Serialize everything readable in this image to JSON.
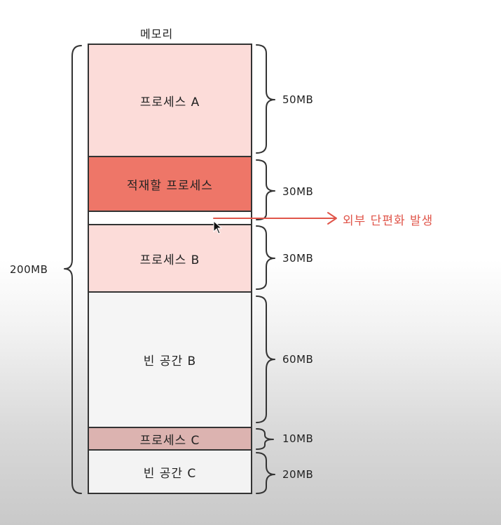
{
  "memory_title": "메모리",
  "total_size": "200MB",
  "annotation": "외부 단편화 발생",
  "blocks": [
    {
      "label": "프로세스 A",
      "size": "50MB"
    },
    {
      "label": "적재할 프로세스",
      "size": "30MB"
    },
    {
      "label": "",
      "size": ""
    },
    {
      "label": "프로세스 B",
      "size": "30MB"
    },
    {
      "label": "빈 공간 B",
      "size": "60MB"
    },
    {
      "label": "프로세스 C",
      "size": "10MB"
    },
    {
      "label": "빈 공간 C",
      "size": "20MB"
    }
  ],
  "colors": {
    "process": "#fcdcd9",
    "to_load": "#ee7668",
    "process_c": "#dcb3b0",
    "empty": "#f5f5f5",
    "annotation": "#e0554a"
  }
}
